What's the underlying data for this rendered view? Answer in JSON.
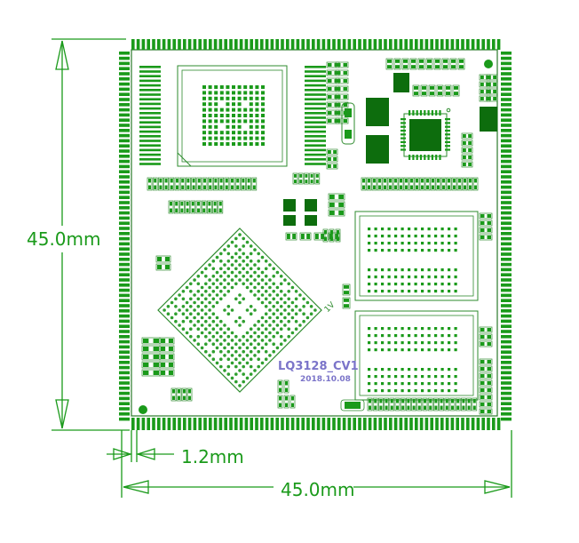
{
  "colors": {
    "board_outline": "#2a7a2a",
    "pad": "#1a9a1a",
    "pad_dark": "#0d6d0d",
    "silk": "#2e8b2e",
    "via": "#2f9f2f",
    "dimension": "#1a9a1a",
    "label_text": "#7b74c9"
  },
  "dimensions": {
    "height": "45.0mm",
    "width": "45.0mm",
    "pitch": "1.2mm"
  },
  "board": {
    "model": "LQ3128_CV1",
    "date": "2018.10.08",
    "silk_mark": "1V"
  }
}
